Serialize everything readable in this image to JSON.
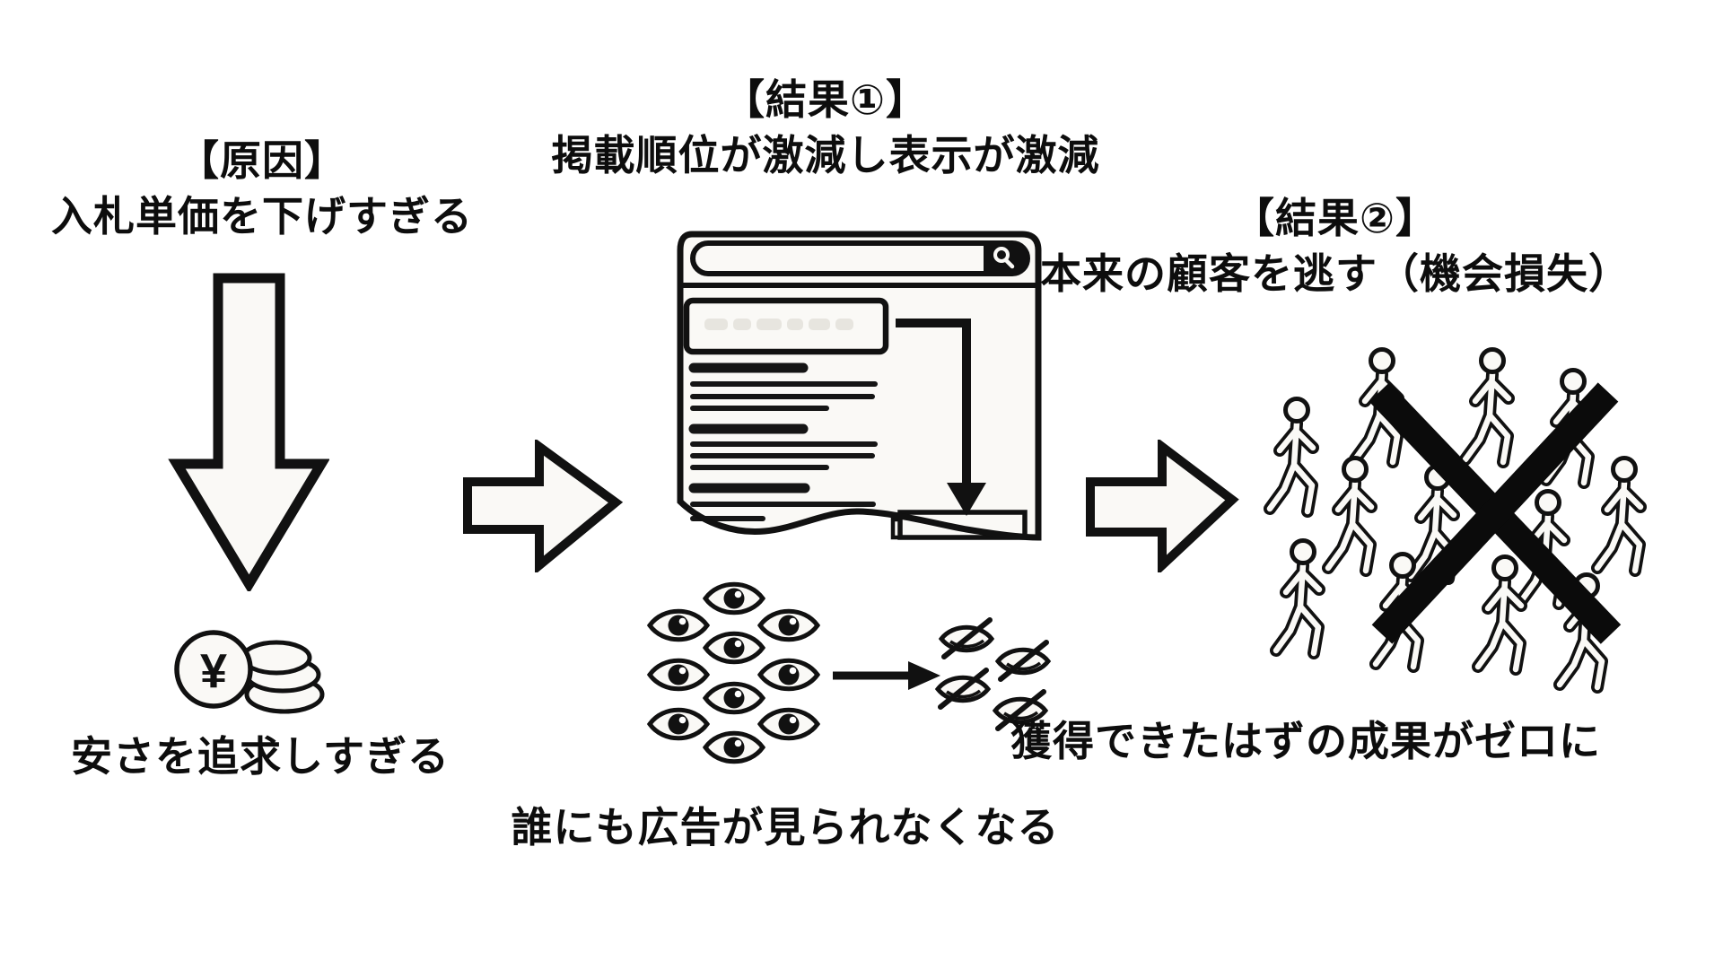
{
  "palette": {
    "background": "#ffffff",
    "ink": "#111111",
    "paper": "#faf9f6"
  },
  "cause": {
    "heading": "【原因】",
    "subheading": "入札単価を下げすぎる",
    "caption": "安さを追求しすぎる",
    "coin_symbol": "¥"
  },
  "result1": {
    "heading": "【結果①】",
    "subheading": "掲載順位が激減し表示が激減",
    "caption": "誰にも広告が見られなくなる"
  },
  "result2": {
    "heading": "【結果②】",
    "subheading": "本来の顧客を逃す（機会損失）",
    "caption": "獲得できたはずの成果がゼロに"
  },
  "figures": {
    "visible_eyes_count": 10,
    "hidden_eyes_count": 4,
    "people_count": 12
  },
  "icons": {
    "down_arrow": "down-block-arrow",
    "right_arrow": "right-block-arrow",
    "coins": "yen-coin-stack",
    "browser": "search-results-page",
    "magnifier": "search-magnifier",
    "eye": "open-eye",
    "eye_off": "eye-with-slash",
    "person": "walking-person",
    "cross": "x-cross-strikethrough"
  }
}
